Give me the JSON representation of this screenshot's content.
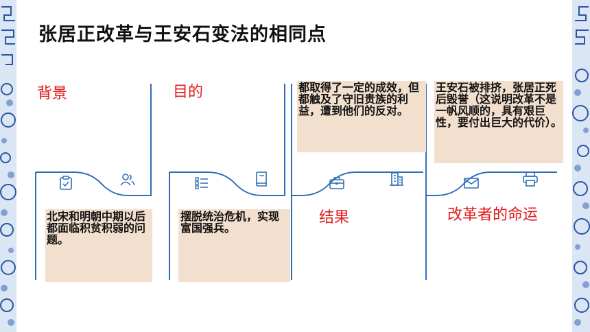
{
  "slide": {
    "title": "张居正改革与王安石变法的相同点",
    "accent_color": "#2f6db7",
    "label_color": "#e01b1b",
    "box_color": "#f2dfcd"
  },
  "cards": [
    {
      "label": "背景",
      "text": "北宋和明朝中期以后都面临积贫积弱的问题。",
      "left_icon": "clipboard-check-icon",
      "right_icon": "users-icon"
    },
    {
      "label": "目的",
      "text": "摆脱统治危机，实现富国强兵。",
      "left_icon": "list-icon",
      "right_icon": "book-icon"
    },
    {
      "label": "结果",
      "text": "都取得了一定的成效，但都触及了守旧贵族的利益，遭到他们的反对。",
      "left_icon": "briefcase-icon",
      "right_icon": "building-icon"
    },
    {
      "label": "改革者的命运",
      "text": "王安石被排挤，张居正死后毁誉（这说明改革不是一帆风顺的，具有艰巨性，要付出巨大的代价）。",
      "left_icon": "mail-icon",
      "right_icon": "printer-icon"
    }
  ]
}
